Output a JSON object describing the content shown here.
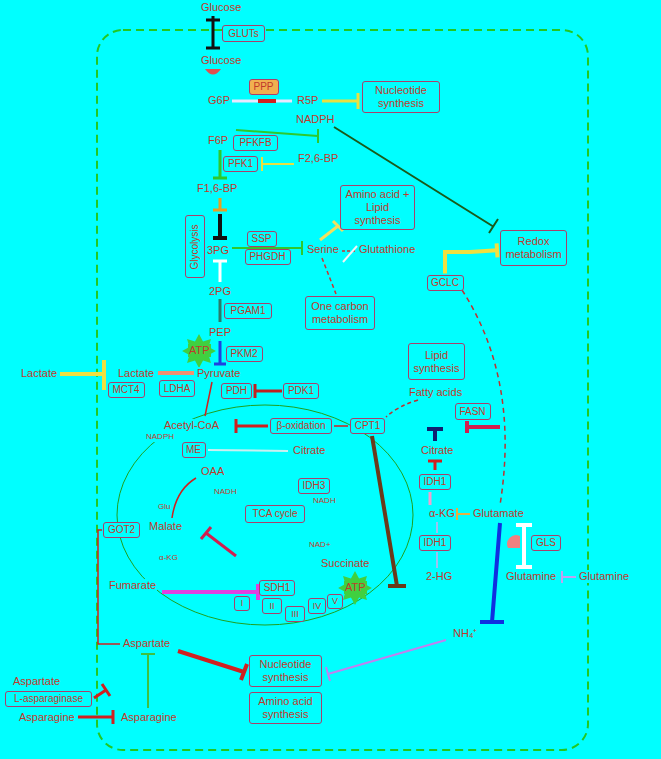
{
  "diagram": {
    "nodes": [
      {
        "text": [
          "GLUTs"
        ]
      },
      {
        "text": [
          "PPP"
        ]
      },
      {
        "text": [
          "Nucleotide synthesis"
        ]
      },
      {
        "text": [
          "PFKFB"
        ]
      },
      {
        "text": [
          "PFK1"
        ]
      },
      {
        "text": [
          "Amino acid + Lipid synthesis"
        ]
      },
      {
        "text": [
          "Glycolysis"
        ]
      },
      {
        "text": [
          "SSP"
        ]
      },
      {
        "text": [
          "Redox metabolism"
        ]
      },
      {
        "text": [
          "PHGDH"
        ]
      },
      {
        "text": [
          "GCLC"
        ]
      },
      {
        "text": [
          "PGAM1"
        ]
      },
      {
        "text": [
          "One carbon metabolism"
        ]
      },
      {
        "text": [
          "Lipid synthesis"
        ]
      },
      {
        "text": [
          "PKM2"
        ]
      },
      {
        "text": [
          "MCT4"
        ]
      },
      {
        "text": [
          "LDHA"
        ]
      },
      {
        "text": [
          "PDH"
        ]
      },
      {
        "text": [
          "PDK1"
        ]
      },
      {
        "text": [
          "FASN"
        ]
      },
      {
        "text": [
          "β-oxidation"
        ]
      },
      {
        "text": [
          "CPT1"
        ]
      },
      {
        "text": [
          "ME"
        ]
      },
      {
        "text": [
          "IDH3"
        ]
      },
      {
        "text": [
          "IDH1"
        ]
      },
      {
        "text": [
          "TCA cycle"
        ]
      },
      {
        "text": [
          "GOT2"
        ]
      },
      {
        "text": [
          "GLS"
        ]
      },
      {
        "text": [
          "IDH1"
        ]
      },
      {
        "text": [
          "SDH1"
        ]
      },
      {
        "text": [
          "I"
        ]
      },
      {
        "text": [
          "II"
        ]
      },
      {
        "text": [
          "III"
        ]
      },
      {
        "text": [
          "IV"
        ]
      },
      {
        "text": [
          "V"
        ]
      },
      {
        "text": [
          "Nucleotide synthesis"
        ]
      },
      {
        "text": [
          "Amino acid synthesis"
        ]
      },
      {
        "text": [
          "L-asparaginase"
        ]
      }
    ],
    "edges": [
      {
        "from": 18,
        "to": 17,
        "arrow": "to"
      },
      {
        "from": 10,
        "to": 8,
        "arrow": "to"
      }
    ],
    "labels": [
      "Glucose",
      "Glucose",
      "G6P",
      "R5P",
      "NADPH",
      "F6P",
      "F2,6-BP",
      "F1,6-BP",
      "3PG",
      "Serine",
      "Glutathione",
      "2PG",
      "PEP",
      "ATP",
      "Lactate",
      "Lactate",
      "Pyruvate",
      "Fatty acids",
      "Acetyl-CoA",
      "NADPH",
      "Citrate",
      "Citrate",
      "OAA",
      "NADH",
      "NADH",
      "Glu",
      "α-KG",
      "Glutamate",
      "Malate",
      "NAD+",
      "α-KG",
      "Succinate",
      "2-HG",
      "Glutamine",
      "Glutamine",
      "Fumarate",
      "ATP",
      "NH₄⁺",
      "Aspartate",
      "Aspartate",
      "Asparagine",
      "Asparagine"
    ]
  }
}
